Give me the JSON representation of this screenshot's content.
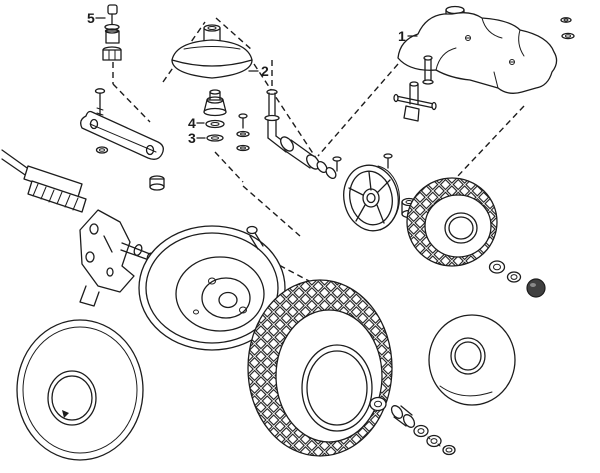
{
  "page": {
    "background": "#ffffff",
    "line_color": "#1c1c1c"
  },
  "diagram": {
    "kind": "exploded-parts-diagram",
    "callouts": [
      {
        "label": "1"
      },
      {
        "label": "2"
      },
      {
        "label": "3"
      },
      {
        "label": "4"
      },
      {
        "label": "5"
      }
    ]
  }
}
